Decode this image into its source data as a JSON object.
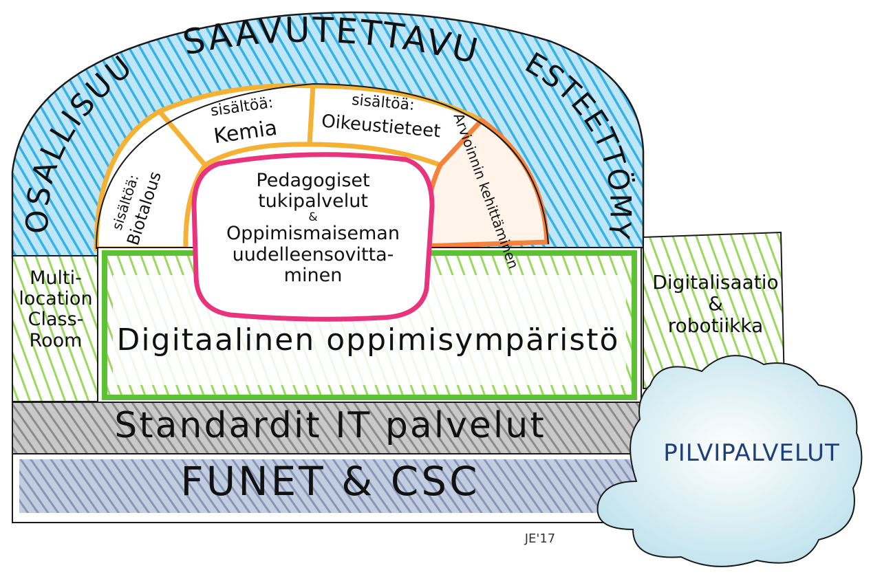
{
  "outer_band": {
    "left_text": "OSALLISUUS",
    "top_text": "SAAVUTETTAVUUS",
    "right_text": "ESTEETTÖMYYS",
    "color": "#3fb6e8"
  },
  "inner_arc": {
    "segments": [
      {
        "heading": "sisältöä:",
        "label": "Biotalous",
        "color": "#f5b133"
      },
      {
        "heading": "sisältöä:",
        "label": "Kemia",
        "color": "#f5b133"
      },
      {
        "heading": "sisältöä:",
        "label": "Oikeustieteet",
        "color": "#f5b133"
      },
      {
        "heading": "",
        "label": "Arvioinnin kehittäminen",
        "color": "#f5823a"
      }
    ]
  },
  "center": {
    "line1": "Pedagogiset",
    "line2": "tukipalvelut",
    "amp": "&",
    "line3": "Oppimismaiseman",
    "line4": "uudelleensovitta-",
    "line5": "minen",
    "border_color": "#e8347c"
  },
  "left_box": {
    "line1": "Multi-",
    "line2": "location",
    "line3": "Class-",
    "line4": "Room",
    "color": "#8fd14f"
  },
  "right_box": {
    "line1": "Digitalisaatio",
    "line2": "&",
    "line3": "robotiikka",
    "color": "#8fd14f"
  },
  "main_platform": {
    "label": "Digitaalinen oppimisympäristö",
    "border_color": "#5cc234"
  },
  "layers": {
    "standard": {
      "label": "Standardit IT palvelut",
      "color": "#9a9a9a"
    },
    "funet": {
      "label": "FUNET & CSC",
      "color": "#8f9fbf"
    }
  },
  "cloud": {
    "label": "PILVIPALVELUT",
    "color": "#cde9f0"
  },
  "signature": "JE'17"
}
